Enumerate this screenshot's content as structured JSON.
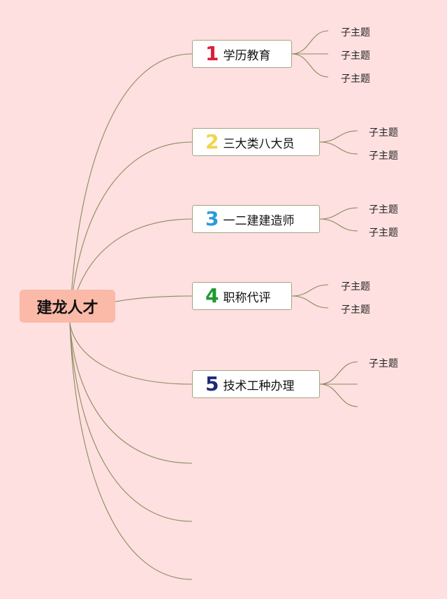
{
  "root": {
    "label": "建龙人才"
  },
  "branches": [
    {
      "number": "1",
      "label": "学历教育",
      "color": "#d61f3c",
      "subtopics": [
        "子主题",
        "子主题",
        "子主题"
      ]
    },
    {
      "number": "2",
      "label": "三大类八大员",
      "color": "#f1d44b",
      "subtopics": [
        "子主题",
        "子主题"
      ]
    },
    {
      "number": "3",
      "label": "一二建建造师",
      "color": "#2d9ad8",
      "subtopics": [
        "子主题",
        "子主题"
      ]
    },
    {
      "number": "4",
      "label": "职称代评",
      "color": "#1f9a2f",
      "subtopics": [
        "子主题",
        "子主题"
      ]
    },
    {
      "number": "5",
      "label": "技术工种办理",
      "color": "#1d2a7a",
      "subtopics": [
        "子主题",
        "",
        ""
      ]
    }
  ],
  "colors": {
    "background": "#fde0df",
    "root_fill": "#fbb9a7",
    "connector": "#8b8a5e",
    "node_border": "#a4a585"
  }
}
